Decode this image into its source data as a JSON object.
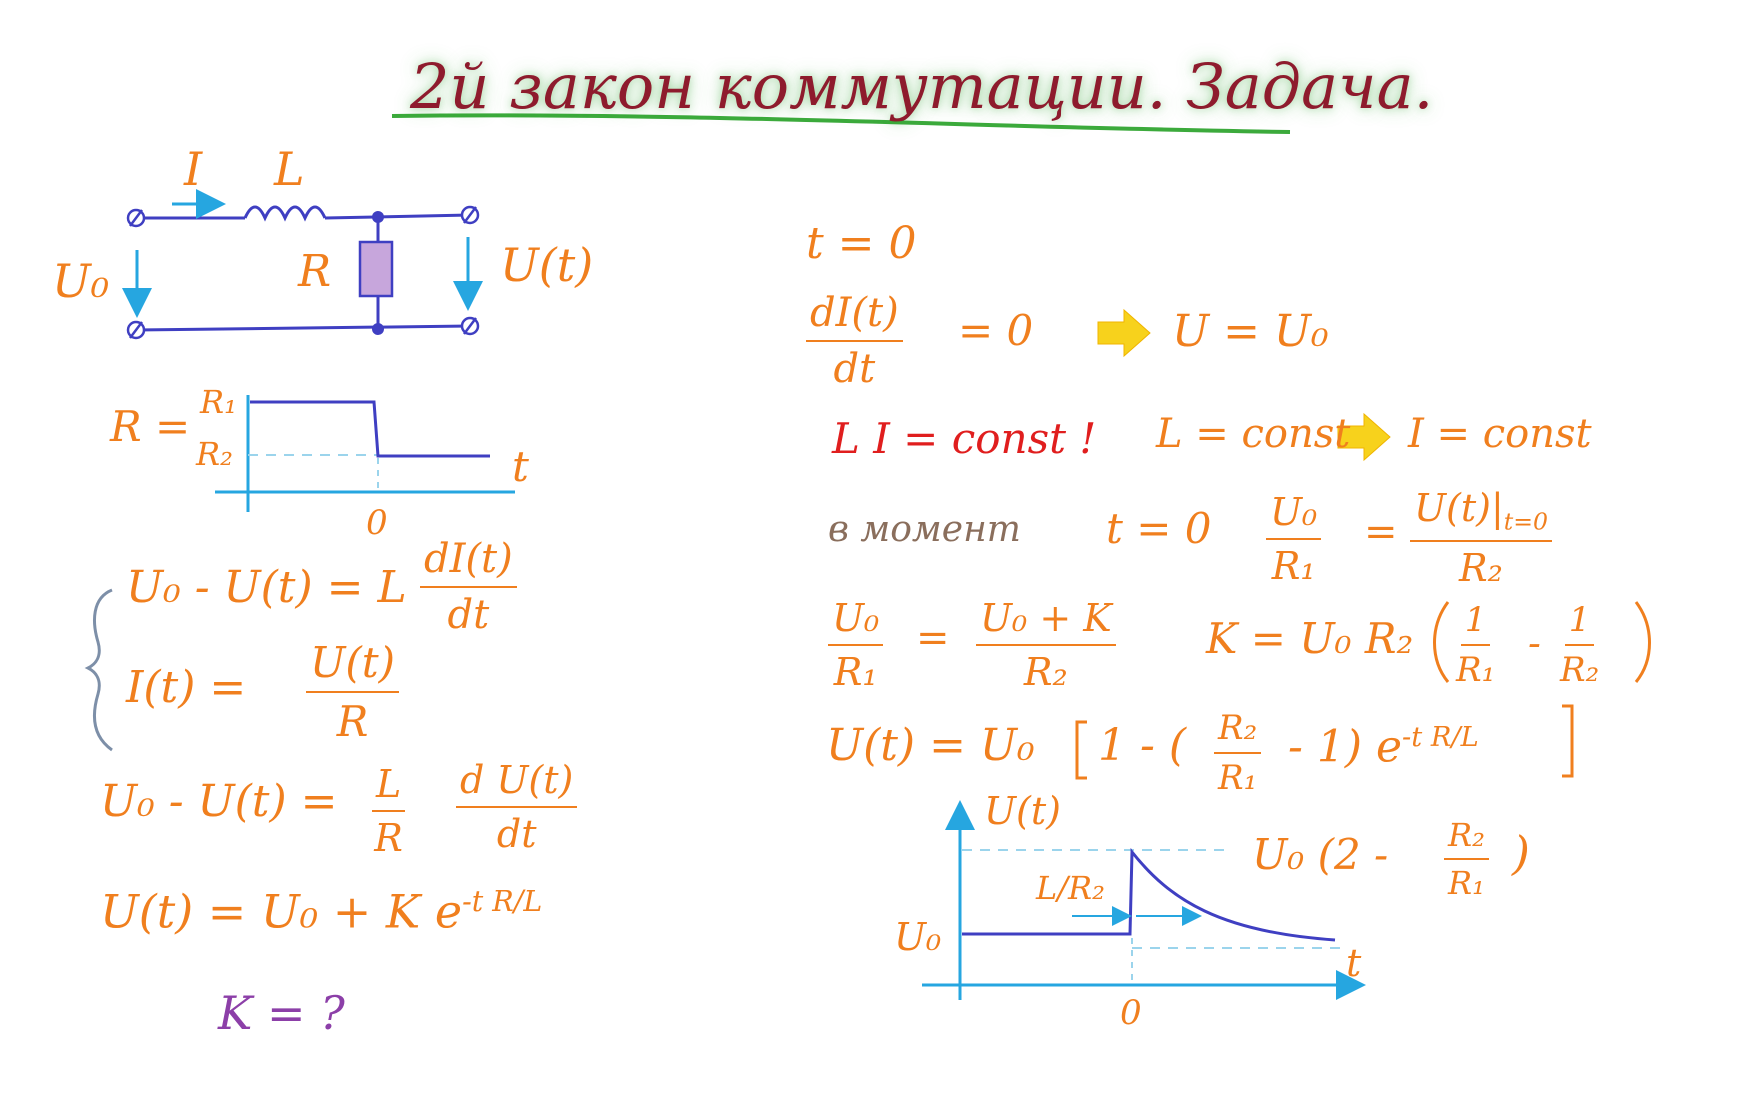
{
  "title": "2й закон коммутации. Задача.",
  "circuit": {
    "label_I": "I",
    "label_L": "L",
    "label_R": "R",
    "label_U0": "U₀",
    "label_Ut": "U(t)"
  },
  "r_graph": {
    "lhs": "R =",
    "r1": "R₁",
    "r2": "R₂",
    "t_axis": "t",
    "zero": "0"
  },
  "left_eqs": {
    "sys1_lhs": "U₀ - U(t) = L",
    "sys1_num": "dI(t)",
    "sys1_den": "dt",
    "sys2_lhs": "I(t) =",
    "sys2_num": "U(t)",
    "sys2_den": "R",
    "eq3_lhs": "U₀ - U(t) =",
    "eq3_num1": "L",
    "eq3_den1": "R",
    "eq3_num2": "d U(t)",
    "eq3_den2": "dt",
    "eq4_lhs": "U(t) = U₀ + K e",
    "eq4_exp": "-t R/L",
    "k_question": "K = ?"
  },
  "right_eqs": {
    "t0": "t = 0",
    "deriv_num": "dI(t)",
    "deriv_den": "dt",
    "deriv_rhs": "= 0",
    "u_eq": "U = U₀",
    "li_const": "L I = const !",
    "l_const": "L = const",
    "i_const": "I = const",
    "moment_text": "в момент",
    "moment_t": "t = 0",
    "m_num_left": "U₀",
    "m_den_left": "R₁",
    "m_eq": "=",
    "m_num_right": "U(t)|",
    "m_sub_right": "t=0",
    "m_den_right": "R₂",
    "k_num_left": "U₀",
    "k_den_left": "R₁",
    "k_eq": "=",
    "k_num_right": "U₀ + K",
    "k_den_right": "R₂",
    "k_solution_lhs": "K = U₀ R₂",
    "k_f1_num": "1",
    "k_f1_den": "R₁",
    "k_minus": "-",
    "k_f2_num": "1",
    "k_f2_den": "R₂",
    "final_lhs": "U(t) = U₀",
    "final_one": "1 - (",
    "final_num": "R₂",
    "final_den": "R₁",
    "final_tail": "- 1) e",
    "final_exp": "-t R/L"
  },
  "u_graph": {
    "y_label": "U(t)",
    "u0": "U₀",
    "tau": "L/R₂",
    "peak_lhs": "U₀ (2 -",
    "peak_num": "R₂",
    "peak_den": "R₁",
    "t_axis": "t",
    "zero": "0"
  },
  "colors": {
    "orange": "#f07f1e",
    "blue_wire": "#3f3fc2",
    "cyan_arrow": "#26a6e0",
    "resistor": "#c7a6dc",
    "red": "#e01e1e",
    "yellow_arrow": "#f7d21c",
    "title": "#8e1b2d",
    "title_glow": "#3caa3c"
  }
}
